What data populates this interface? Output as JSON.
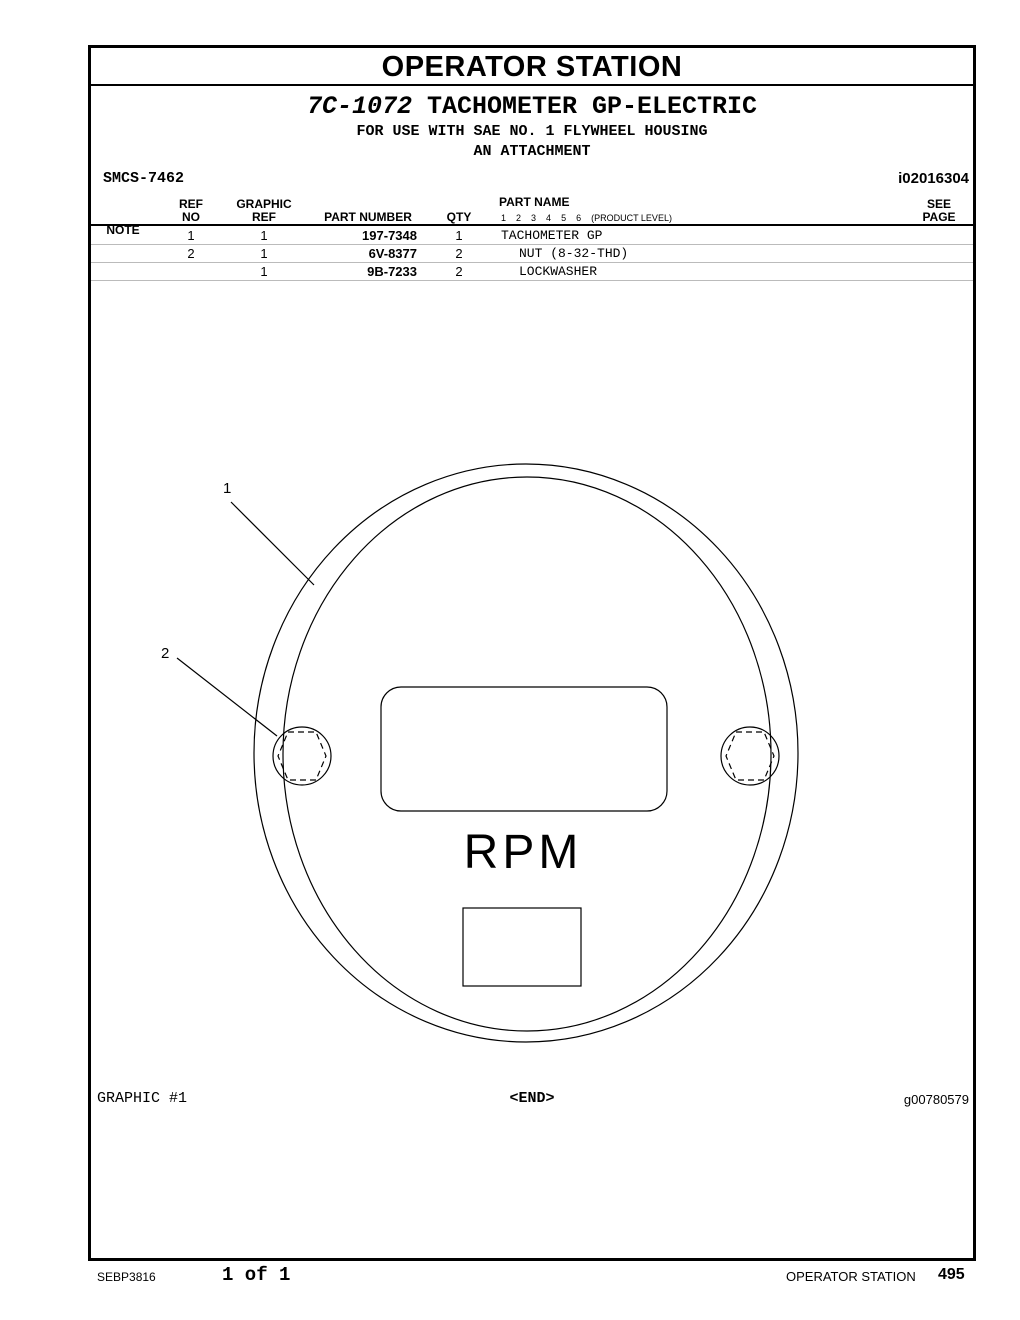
{
  "section_title": "OPERATOR STATION",
  "group": {
    "number": "7C-1072",
    "name": "TACHOMETER GP-ELECTRIC",
    "subtitle1": "FOR USE WITH SAE NO. 1 FLYWHEEL HOUSING",
    "subtitle2": "AN ATTACHMENT"
  },
  "smcs": "SMCS-7462",
  "info_id": "i02016304",
  "columns": {
    "note": "NOTE",
    "ref_no_1": "REF",
    "ref_no_2": "NO",
    "graphic_ref_1": "GRAPHIC",
    "graphic_ref_2": "REF",
    "part_number": "PART NUMBER",
    "qty": "QTY",
    "part_name": "PART NAME",
    "product_levels": [
      "1",
      "2",
      "3",
      "4",
      "5",
      "6"
    ],
    "product_level_label": "(PRODUCT LEVEL)",
    "see_page_1": "SEE",
    "see_page_2": "PAGE"
  },
  "parts": [
    {
      "note": "",
      "ref_no": "1",
      "graphic_ref": "1",
      "part_number": "197-7348",
      "qty": "1",
      "part_name": "TACHOMETER GP"
    },
    {
      "note": "",
      "ref_no": "2",
      "graphic_ref": "1",
      "part_number": "6V-8377",
      "qty": "2",
      "part_name": "NUT (8-32-THD)"
    },
    {
      "note": "",
      "ref_no": "",
      "graphic_ref": "1",
      "part_number": "9B-7233",
      "qty": "2",
      "part_name": "LOCKWASHER"
    }
  ],
  "graphic": {
    "callouts": [
      "1",
      "2"
    ],
    "dial_text": "RPM"
  },
  "graphic_label": "GRAPHIC #1",
  "end_marker": "<END>",
  "graphic_id": "g00780579",
  "footer": {
    "doc_number": "SEBP3816",
    "page_of": "1 of 1",
    "section": "OPERATOR STATION",
    "page": "495"
  }
}
